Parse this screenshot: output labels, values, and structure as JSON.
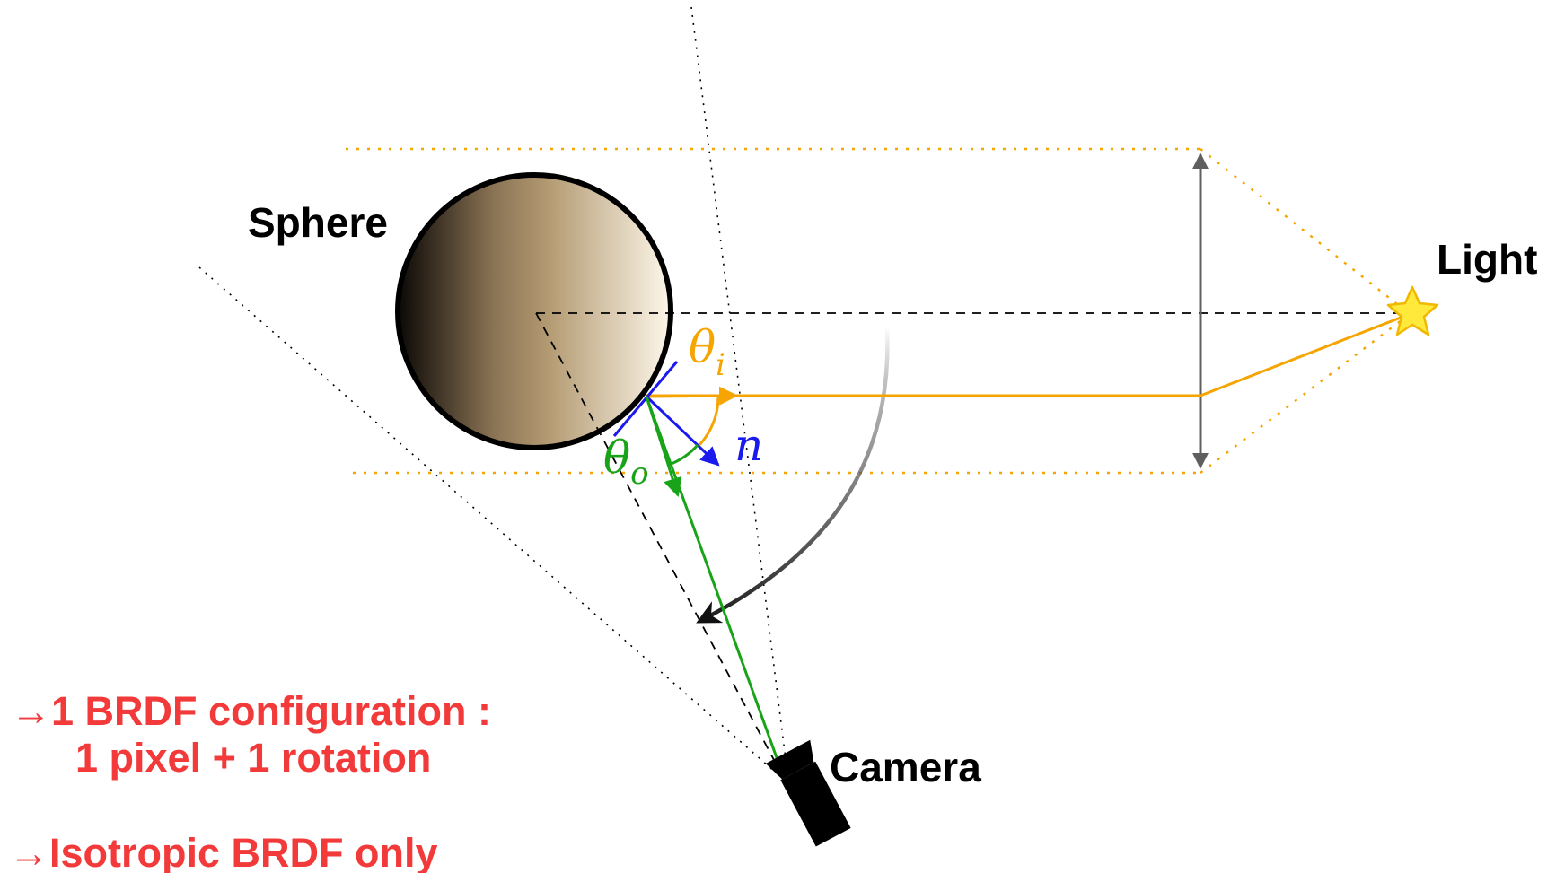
{
  "labels": {
    "sphere": "Sphere",
    "light": "Light",
    "camera": "Camera",
    "theta_symbol": "θ",
    "theta_i_sub": "i",
    "theta_o_sub": "o",
    "normal": "n"
  },
  "notes": {
    "line1": "→1 BRDF configuration :",
    "line2": "1 pixel + 1 rotation",
    "line3": "→Isotropic BRDF only"
  },
  "colors": {
    "incident": "#f5a400",
    "outgoing": "#19a319",
    "normal": "#1a1aee",
    "note": "#f23a3a",
    "guide": "#000000",
    "sizing_arrow": "#5f5f5f",
    "star_fill": "#ffe93a",
    "star_stroke": "#f0b800",
    "sphere_dark": "#0a0705",
    "sphere_mid": "#b39a72",
    "sphere_light": "#fdf7ea"
  },
  "icons": {
    "light": "star-icon",
    "camera": "camera-icon"
  }
}
